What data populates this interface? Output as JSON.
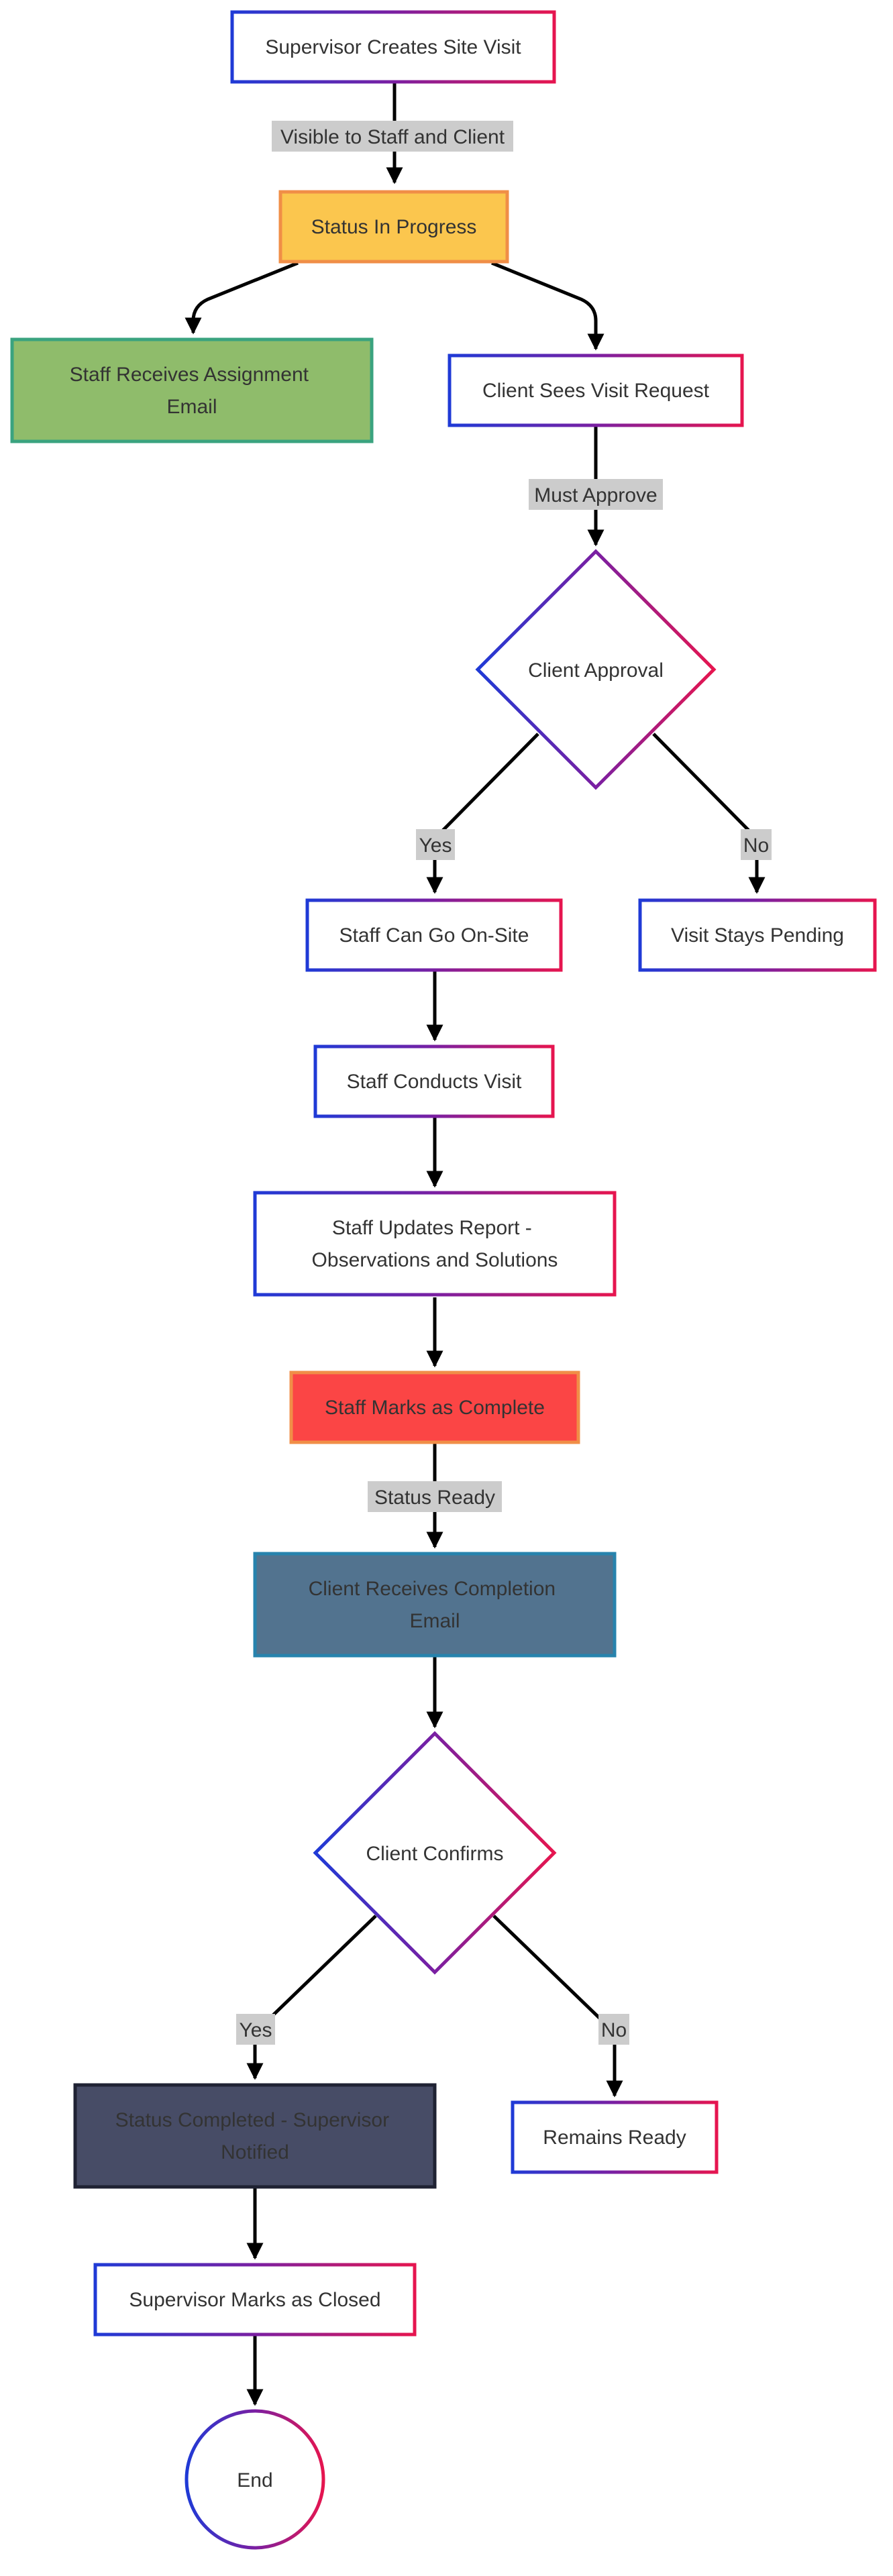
{
  "colors": {
    "border_gradient_start": "#1f3ad6",
    "border_gradient_mid": "#7a1fa2",
    "border_gradient_end": "#e6154f",
    "edge_label_bg": "#cccccc",
    "status_in_progress_fill": "#fbc64e",
    "status_in_progress_border": "#f08e47",
    "staff_email_fill": "#8fbc6b",
    "staff_email_border": "#3aa37f",
    "staff_complete_fill": "#fb4545",
    "staff_complete_border": "#f08e47",
    "client_email_fill": "#52738f",
    "client_email_border": "#2783ad",
    "status_completed_fill": "#474c66",
    "status_completed_border": "#1f2233"
  },
  "nodes": {
    "supervisor_creates": "Supervisor Creates Site Visit",
    "status_in_progress": "Status In Progress",
    "staff_receives_email": [
      "Staff Receives Assignment",
      "Email"
    ],
    "client_sees_request": "Client Sees Visit Request",
    "client_approval": "Client Approval",
    "staff_can_go": "Staff Can Go On-Site",
    "visit_stays_pending": "Visit Stays Pending",
    "staff_conducts": "Staff Conducts Visit",
    "staff_updates": [
      "Staff Updates Report -",
      "Observations and Solutions"
    ],
    "staff_marks_complete": "Staff Marks as Complete",
    "client_receives_email": [
      "Client Receives Completion",
      "Email"
    ],
    "client_confirms": "Client Confirms",
    "status_completed": [
      "Status Completed - Supervisor",
      "Notified"
    ],
    "remains_ready": "Remains Ready",
    "supervisor_closes": "Supervisor Marks as Closed",
    "end": "End"
  },
  "edges": {
    "visible_to_staff_client": "Visible to Staff and Client",
    "must_approve": "Must Approve",
    "approval_yes": "Yes",
    "approval_no": "No",
    "status_ready": "Status Ready",
    "confirm_yes": "Yes",
    "confirm_no": "No"
  }
}
